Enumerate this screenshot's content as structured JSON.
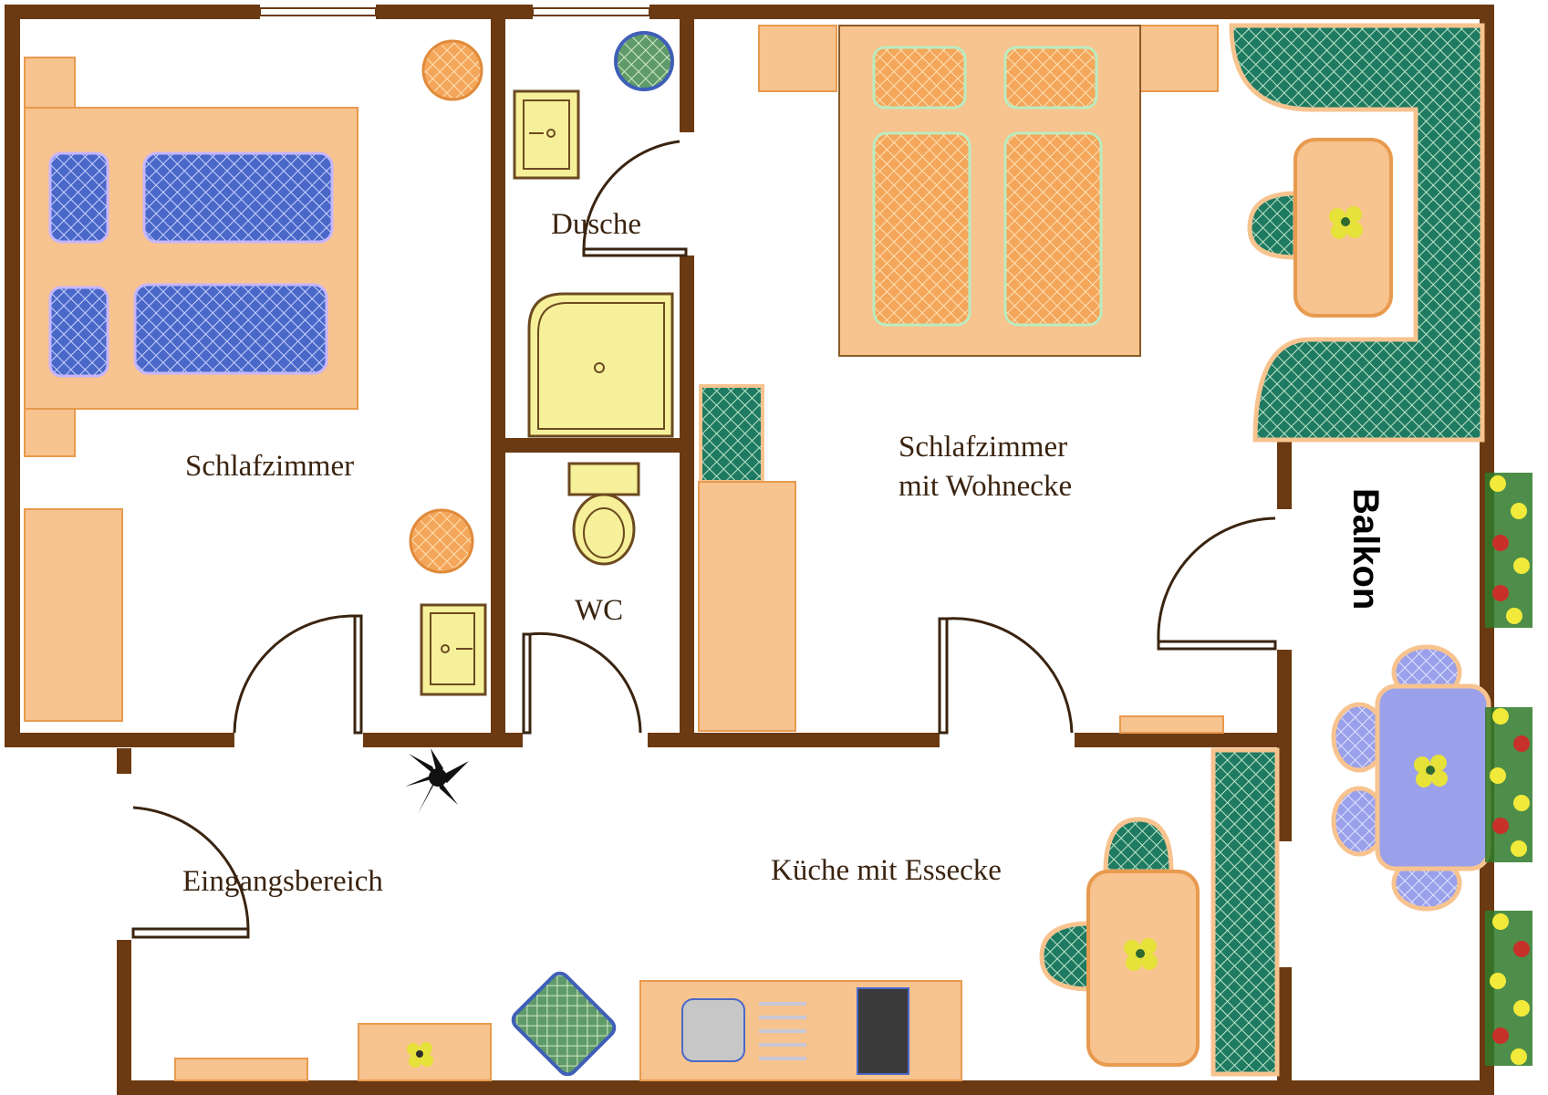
{
  "rooms": {
    "bedroom_left": "Schlafzimmer",
    "shower": "Dusche",
    "wc": "WC",
    "bedroom_living_line1": "Schlafzimmer",
    "bedroom_living_line2": "mit Wohnecke",
    "balcony": "Balkon",
    "entrance": "Eingangsbereich",
    "kitchen": "Küche mit Essecke"
  },
  "colors": {
    "wall": "#6b3a12",
    "furniture": "#f7c38f",
    "furniture_edge": "#e89a4e",
    "cushion_blue": "#4a68c8",
    "seat_green": "#1f7a62",
    "shower_tray": "#f7f09a",
    "tabletop_lavender": "#9aa0ea",
    "cooktop": "#3a3a3a"
  }
}
